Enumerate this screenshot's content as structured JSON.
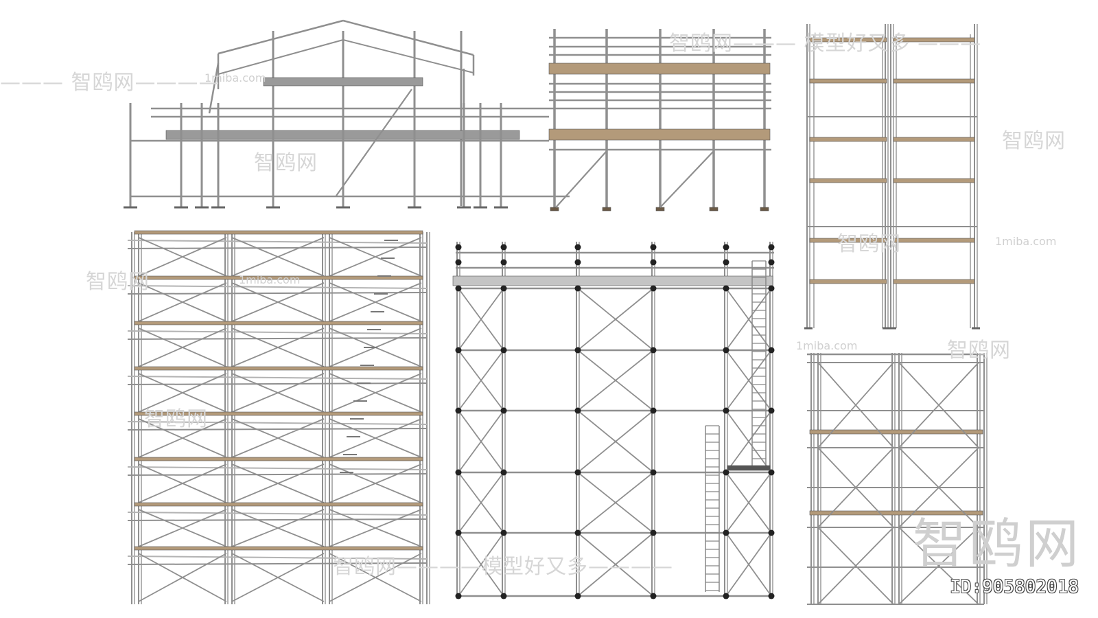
{
  "watermarks": {
    "brand_cn": "智鸥网",
    "slogan_cn": "智鸥网————模型好又多————",
    "brand_long": "智鸥网——— 模型好又多 ———",
    "site": "1miba.com",
    "big": "智鸥网"
  },
  "id_label": "ID:905802018",
  "colors": {
    "pipe": "#8f8f8f",
    "pipe_light": "#b3b3b3",
    "plank": "#b39a7a",
    "plank_gray": "#9a9a9a",
    "coupler": "#222222"
  }
}
